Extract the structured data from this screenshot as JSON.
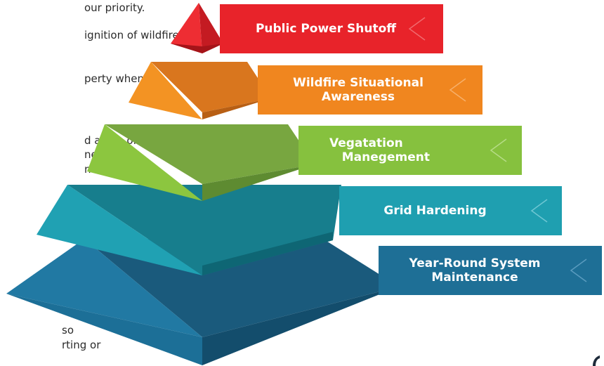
{
  "background_text": [
    "our priority.",
    "ignition of wildfires,",
    "perty when",
    "d areas of",
    "nes",
    "nd",
    "so",
    "rting or"
  ],
  "tiers": [
    {
      "label": "Public Power Shutoff",
      "color": "#e8232a"
    },
    {
      "label": "Wildfire Situational\nAwareness",
      "color": "#f0861f"
    },
    {
      "label": "Vegatation\n   Manegement",
      "color": "#86c13e"
    },
    {
      "label": "Grid Hardening",
      "color": "#1f9fb0"
    },
    {
      "label": "Year-Round System\nMaintenance",
      "color": "#1e6f96"
    }
  ]
}
